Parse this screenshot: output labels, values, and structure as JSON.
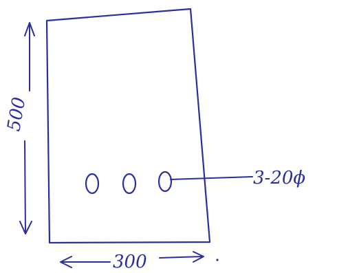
{
  "diagram": {
    "depth_label": "500",
    "width_label": "300",
    "rebar_label": "3-20ϕ",
    "bar_count": 3
  },
  "colors": {
    "ink": "#2b2f9e",
    "background": "#ffffff"
  }
}
